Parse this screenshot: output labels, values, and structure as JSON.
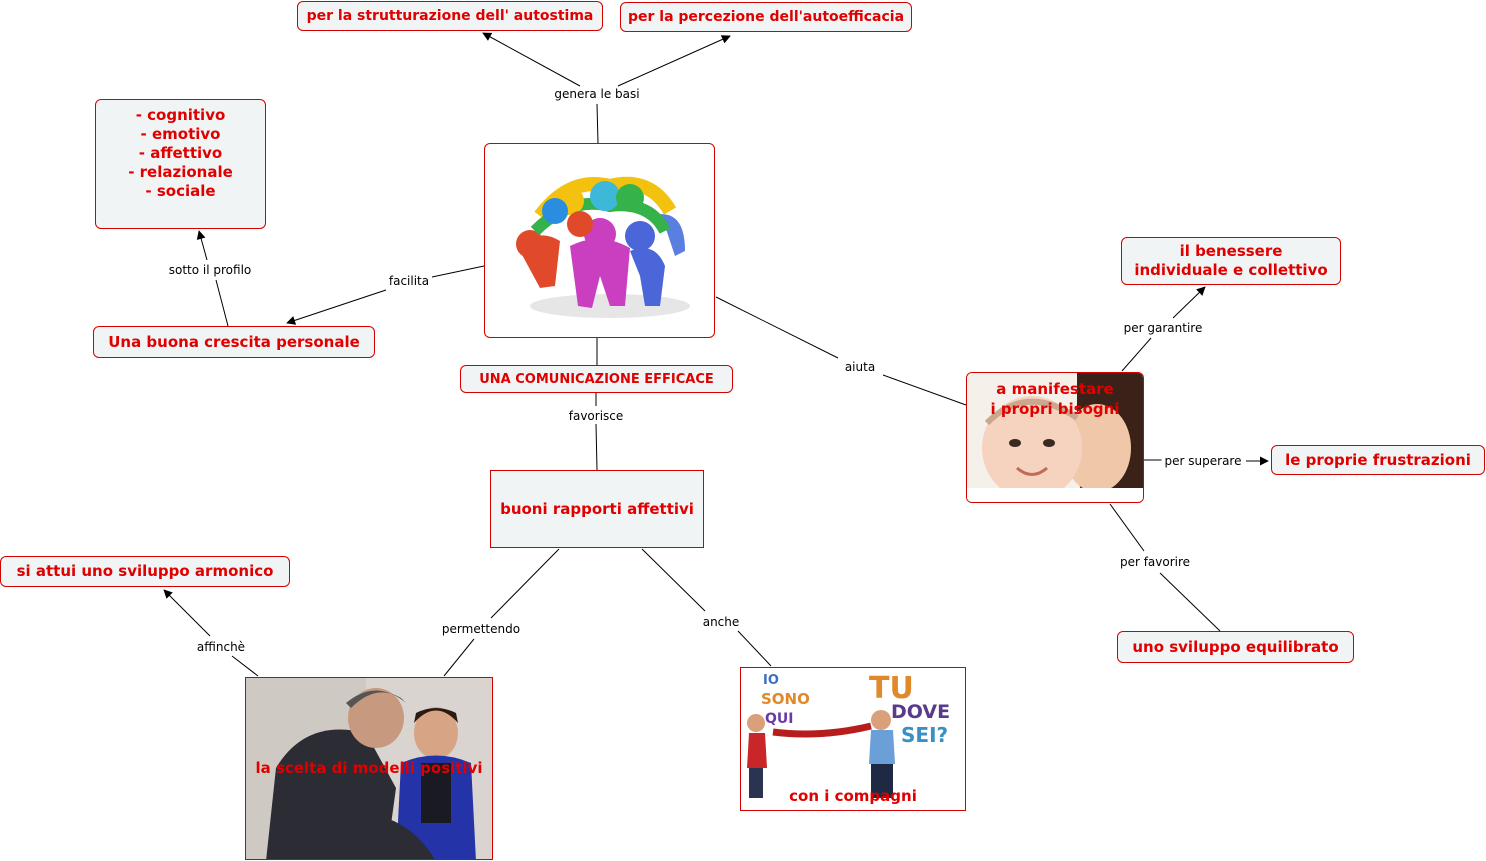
{
  "nodes": {
    "autostima": "per la strutturazione dell' autostima",
    "autoefficacia": "per la percezione dell'autoefficacia",
    "profilo_list": [
      "- cognitivo",
      "- emotivo",
      "- affettivo",
      "- relazionale",
      "- sociale"
    ],
    "crescita": "Una buona crescita personale",
    "comunicazione": "UNA COMUNICAZIONE EFFICACE",
    "benessere": "il benessere\nindividuale e collettivo",
    "manifestare": "a manifestare\ni propri bisogni",
    "frustrazioni": "le proprie frustrazioni",
    "rapporti": "buoni rapporti affettivi",
    "armonico": "si attui uno sviluppo armonico",
    "equilibrato": "uno sviluppo equilibrato",
    "modelli": "la scelta di modelli positivi",
    "compagni": "con i compagni",
    "poster_left": [
      "IO",
      "SONO",
      "QUI"
    ],
    "poster_right": [
      "TU",
      "DOVE",
      "SEI?"
    ]
  },
  "labels": {
    "genera": "genera le basi",
    "facilita": "facilita",
    "profilo": "sotto il profilo",
    "aiuta": "aiuta",
    "garantire": "per garantire",
    "superare": "per superare",
    "favorire": "per favorire",
    "favorisce": "favorisce",
    "permettendo": "permettendo",
    "anche": "anche",
    "affinche": "affinchè"
  },
  "icons": {
    "center": "people-circle-image",
    "manifestare": "mother-baby-photo",
    "modelli": "father-child-photo",
    "compagni": "kids-tube-phone-image"
  },
  "colors": {
    "node_text": "#e00000",
    "node_border": "#d40000",
    "node_fill": "#f0f4f5",
    "line": "#000000"
  }
}
